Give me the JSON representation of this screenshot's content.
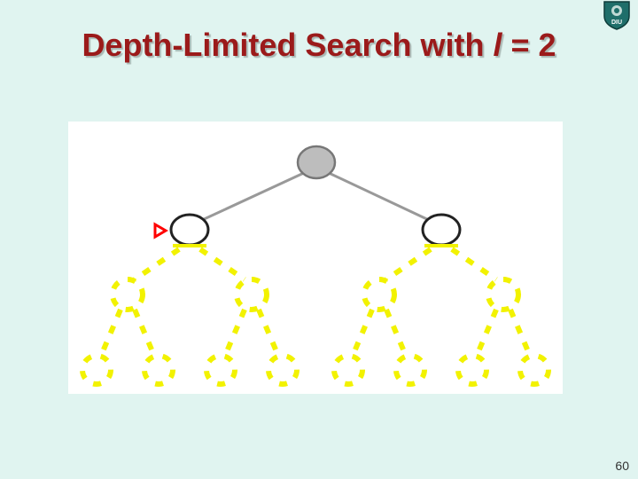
{
  "slide": {
    "title_prefix": "Depth-Limited Search with ",
    "title_var": "l",
    "title_suffix": " = 2",
    "page_number": "60",
    "logo_text": "DIU"
  },
  "tree": {
    "depth_limit": 2,
    "root": {
      "status": "expanded"
    },
    "level1": [
      {
        "status": "current"
      },
      {
        "status": "frontier"
      }
    ],
    "beyond_limit": "cut-off"
  },
  "colors": {
    "background": "#e0f4f0",
    "title": "#9b1a1a",
    "expanded_node": "#bdbdbd",
    "visited_edge": "#999999",
    "cutoff": "#f2f200",
    "pointer": "#ff0000"
  }
}
